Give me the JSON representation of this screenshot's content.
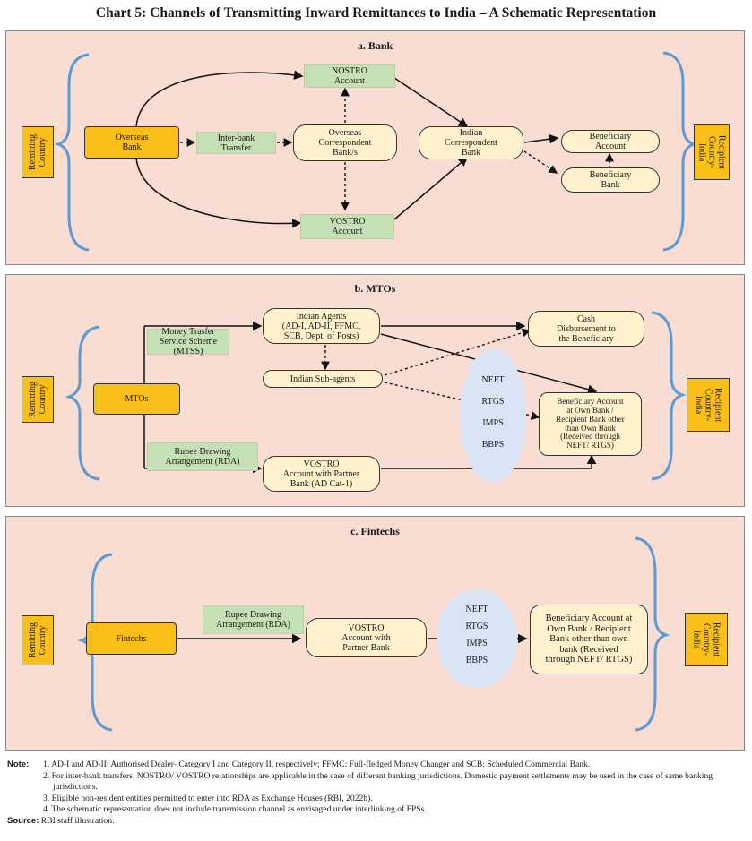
{
  "title": "Chart 5: Channels of Transmitting Inward Remittances to India – A Schematic Representation",
  "bank": {
    "title": "a. Bank",
    "remitting": [
      "Remitting",
      "Country"
    ],
    "recipient": [
      "Recipient",
      "Country-",
      "India"
    ],
    "overseas_bank": [
      "Overseas",
      "Bank"
    ],
    "interbank": [
      "Inter-bank",
      "Transfer"
    ],
    "correspondent": [
      "Overseas",
      "Correspondent",
      "Bank/s"
    ],
    "nostro": [
      "NOSTRO",
      "Account"
    ],
    "vostro": [
      "VOSTRO",
      "Account"
    ],
    "indian_corr": [
      "Indian",
      "Correspondent",
      "Bank"
    ],
    "ben_account": [
      "Beneficiary",
      "Account"
    ],
    "ben_bank": [
      "Beneficiary",
      "Bank"
    ]
  },
  "mtos": {
    "title": "b. MTOs",
    "remitting": [
      "Remitting",
      "Country"
    ],
    "recipient": [
      "Recipient",
      "Country-",
      "India"
    ],
    "mtos": "MTOs",
    "mtss": [
      "Money Trasfer",
      "Service Scheme (MTSS)"
    ],
    "indian_agents": [
      "Indian Agents",
      "(AD-I, AD-II, FFMC,",
      "SCB, Dept. of Posts)"
    ],
    "sub_agents": "Indian Sub-agents",
    "rda": [
      "Rupee Drawing",
      "Arrangement (RDA)"
    ],
    "vostro": [
      "VOSTRO",
      "Account with Partner",
      "Bank (AD Cat-1)"
    ],
    "cash": [
      "Cash",
      "Disbursement to",
      "the Beneficiary"
    ],
    "ben_account": [
      "Beneficiary Account",
      "at Own Bank /",
      "Recipient Bank other",
      "than Own Bank",
      "(Received through",
      "NEFT/ RTGS)"
    ],
    "payment_systems": [
      "NEFT",
      "RTGS",
      "IMPS",
      "BBPS"
    ]
  },
  "fintechs": {
    "title": "c. Fintechs",
    "remitting": [
      "Remitting",
      "Country"
    ],
    "recipient": [
      "Recipient",
      "Country-",
      "India"
    ],
    "fintechs": "Fintechs",
    "rda": [
      "Rupee Drawing",
      "Arrangement (RDA)"
    ],
    "vostro": [
      "VOSTRO",
      "Account with",
      "Partner Bank"
    ],
    "ben_account": [
      "Beneficiary Account at",
      "Own Bank / Recipient",
      "Bank other than own",
      "bank (Received",
      "through NEFT/ RTGS)"
    ],
    "payment_systems": [
      "NEFT",
      "RTGS",
      "IMPS",
      "BBPS"
    ]
  },
  "notes": {
    "label": "Note:",
    "items": [
      "1. AD-I and AD-II: Authorised Dealer- Category I and Category II, respectively; FFMC: Full-fledged Money Changer and SCB: Scheduled Commercial Bank.",
      "2. For inter-bank transfers, NOSTRO/ VOSTRO relationships are applicable in the case of different banking jurisdictions. Domestic payment settlements may be used in the case of same banking jurisdictions.",
      "3. Eligible non-resident entities permitted to enter into RDA as Exchange Houses (RBI, 2022b).",
      "4. The schematic representation does not include transmission channel as envisaged under interlinking of FPSs."
    ],
    "source_label": "Source:",
    "source": "RBI staff illustration."
  },
  "colors": {
    "panel": "#f9ddd2",
    "orange": "#fbbf19",
    "green": "#c5e0b4",
    "cream": "#fff2cc",
    "bracket": "#5b9bd5",
    "ellipse": "#d9e5f5"
  }
}
